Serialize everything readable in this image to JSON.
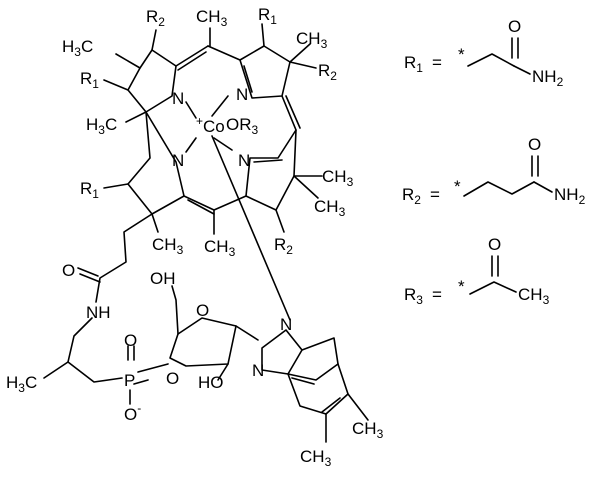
{
  "molecule_labels": {
    "co": "Co",
    "co_charge": "+",
    "o_r3": "OR",
    "o_r3_sub": "3",
    "n_tl": "N",
    "n_tr": "N",
    "n_bl": "N",
    "n_br": "N",
    "r2_top": "R",
    "r2_top_sub": "2",
    "ch3_top": "CH",
    "ch3_top_sub": "3",
    "r1_top": "R",
    "r1_top_sub": "1",
    "h3c_tl": "H",
    "h3c_tl_sub": "3",
    "h3c_tl_c": "C",
    "ch3_tr": "CH",
    "ch3_tr_sub": "3",
    "r1_left": "R",
    "r1_left_sub": "1",
    "r2_right": "R",
    "r2_right_sub": "2",
    "h3c_ml": "H",
    "h3c_ml_sub": "3",
    "h3c_ml_c": "C",
    "r1_left2": "R",
    "r1_left2_sub": "1",
    "ch3_r1": "CH",
    "ch3_r1_sub": "3",
    "ch3_r2": "CH",
    "ch3_r2_sub": "3",
    "ch3_b1": "CH",
    "ch3_b1_sub": "3",
    "ch3_b2": "CH",
    "ch3_b2_sub": "3",
    "r2_bottom": "R",
    "r2_bottom_sub": "2",
    "o_amide": "O",
    "nh": "NH",
    "oh_top": "OH",
    "o_ring": "O",
    "n_bzim_top": "N",
    "n_bzim_bot": "N",
    "ho": "HO",
    "o_phos_dbl": "O",
    "p": "P",
    "o_phos_ester": "O",
    "o_minus": "O",
    "o_minus_charge": "-",
    "h3c_bl": "H",
    "h3c_bl_sub": "3",
    "h3c_bl_c": "C",
    "ch3_bz1": "CH",
    "ch3_bz1_sub": "3",
    "ch3_bz2": "CH",
    "ch3_bz2_sub": "3"
  },
  "legend": {
    "r1_label": "R",
    "r1_sub": "1",
    "r1_eq": "=",
    "r1_star": "*",
    "r1_o": "O",
    "r1_nh2": "NH",
    "r1_nh2_sub": "2",
    "r2_label": "R",
    "r2_sub": "2",
    "r2_eq": "=",
    "r2_star": "*",
    "r2_o": "O",
    "r2_nh2": "NH",
    "r2_nh2_sub": "2",
    "r3_label": "R",
    "r3_sub": "3",
    "r3_eq": "=",
    "r3_star": "*",
    "r3_o": "O",
    "r3_ch3": "CH",
    "r3_ch3_sub": "3"
  }
}
